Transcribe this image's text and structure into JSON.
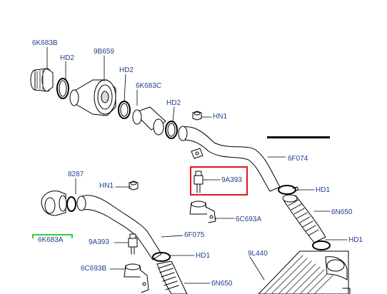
{
  "colors": {
    "label": "#1f3f8f",
    "line": "#000000",
    "highlight_red": "#e0161b",
    "highlight_green": "#2fcf3a"
  },
  "labels": {
    "p_6K683B": "6K683B",
    "p_HD2_a": "HD2",
    "p_9B659": "9B659",
    "p_HD2_b": "HD2",
    "p_6K683C": "6K683C",
    "p_HD2_c": "HD2",
    "p_HN1_a": "HN1",
    "p_6F074": "6F074",
    "p_9A393_a": "9A393",
    "p_HD1_a": "HD1",
    "p_6C693A": "6C693A",
    "p_6N650_a": "6N650",
    "p_HD1_b": "HD1",
    "p_8287": "8287",
    "p_HN1_b": "HN1",
    "p_6K683A": "6K683A",
    "p_9A393_b": "9A393",
    "p_6F075": "6F075",
    "p_HD1_c": "HD1",
    "p_9L440": "9L440",
    "p_6C693B": "6C693B",
    "p_6N650_b": "6N650"
  },
  "highlight": {
    "selected_part": "9A393",
    "selected_assembly": "6K683A"
  }
}
